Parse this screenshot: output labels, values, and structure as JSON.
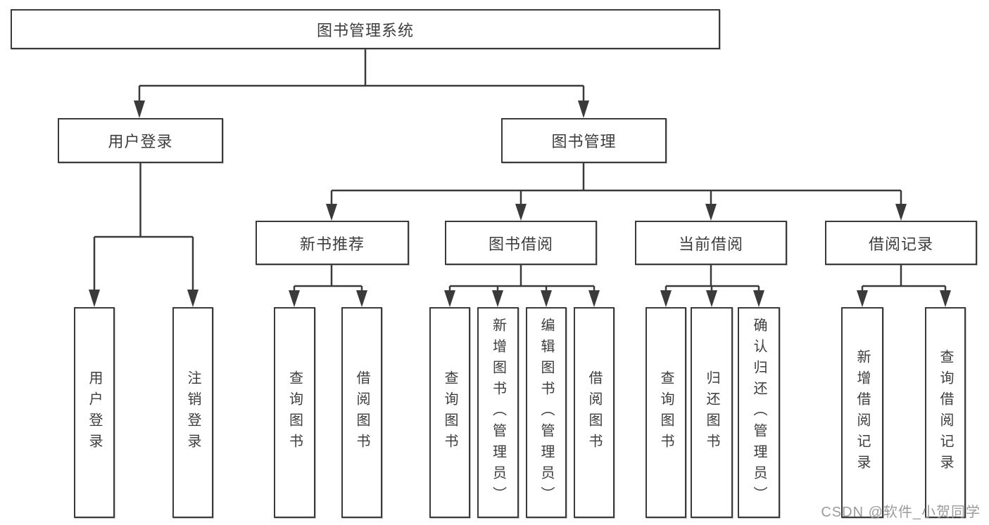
{
  "nodes": {
    "root": "图书管理系统",
    "user_login": "用户登录",
    "book_mgmt": "图书管理",
    "new_books": "新书推荐",
    "borrow": "图书借阅",
    "current": "当前借阅",
    "records": "借阅记录"
  },
  "leaves": {
    "user_login": [
      "用户登录",
      "注销登录"
    ],
    "new_books": [
      "查询图书",
      "借阅图书"
    ],
    "borrow": [
      "查询图书",
      "新增图书（管理员）",
      "编辑图书（管理员）",
      "借阅图书"
    ],
    "current": [
      "查询图书",
      "归还图书",
      "确认归还（管理员）"
    ],
    "records": [
      "新增借阅记录",
      "查询借阅记录"
    ]
  },
  "watermark": "CSDN @软件_小贺同学",
  "colors": {
    "line": "#3a3a3a",
    "text": "#3d3d3d",
    "watermark": "#9b9b9b",
    "background": "#ffffff"
  }
}
